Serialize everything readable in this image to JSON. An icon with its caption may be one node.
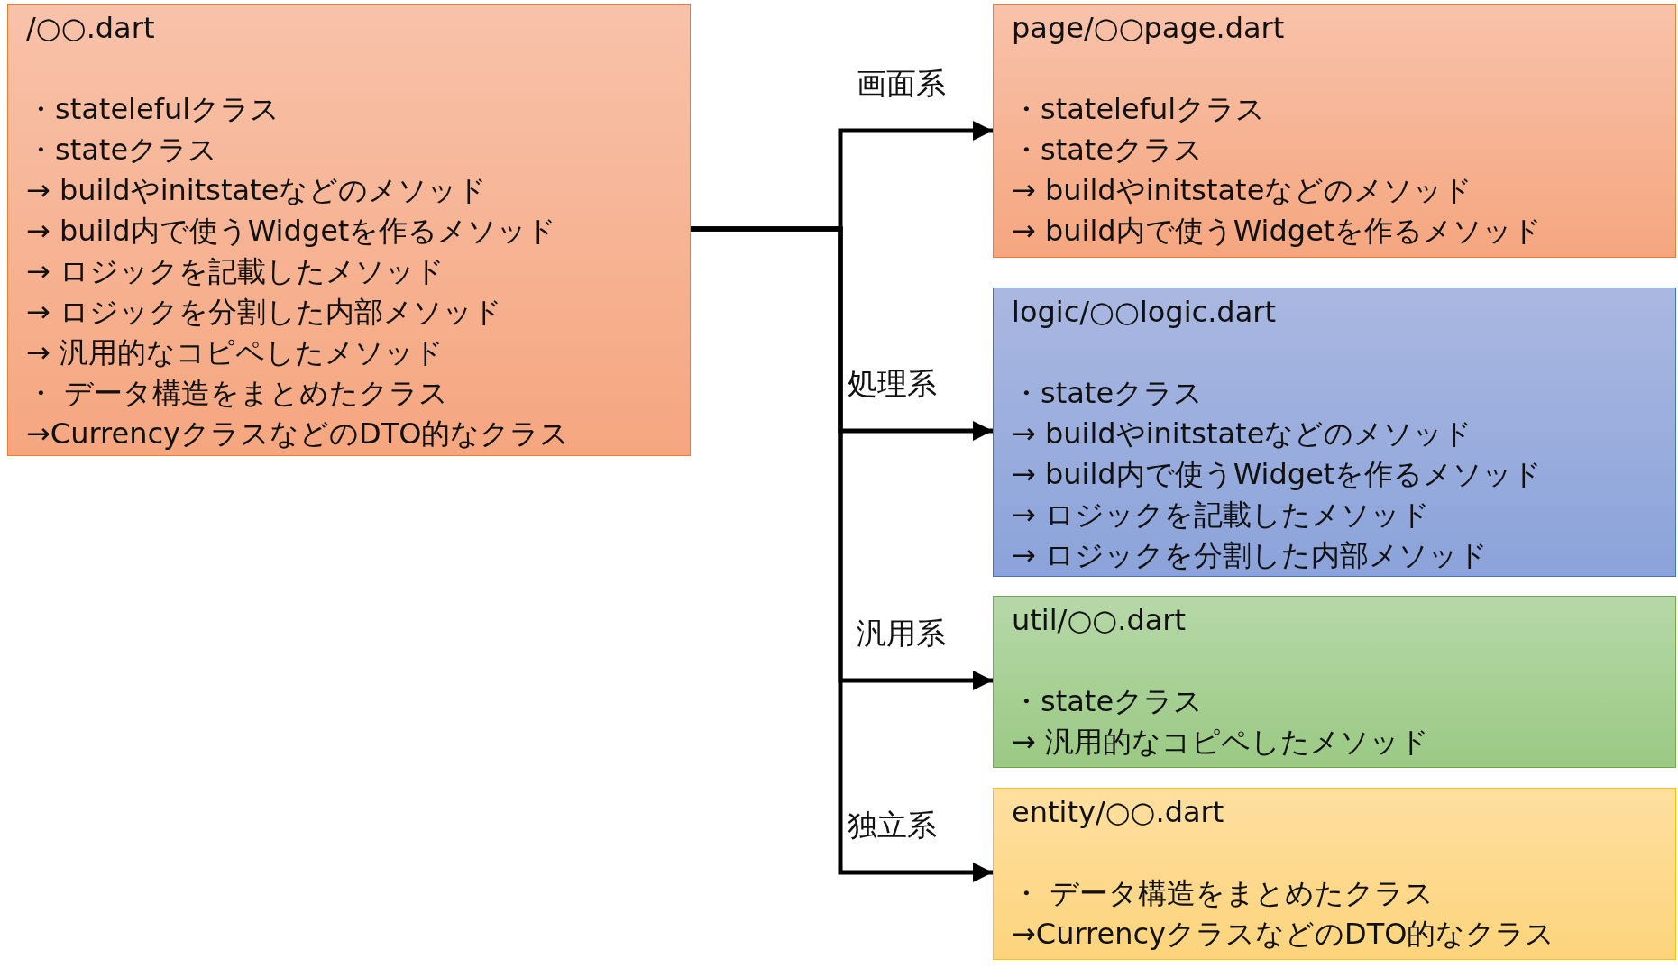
{
  "diagram": {
    "nodes": [
      {
        "text": [
          "/○○.dart",
          "・statelefulクラス",
          "・stateクラス",
          "→ buildやinitstateなどのメソッド",
          "→ build内で使うWidgetを作るメソッド",
          "→ ロジックを記載したメソッド",
          "→ ロジックを分割した内部メソッド",
          "→ 汎用的なコピペしたメソッド",
          "・ データ構造をまとめたクラス",
          "→CurrencyクラスなどのDTO的なクラス"
        ]
      },
      {
        "text": [
          "page/○○page.dart",
          "・statelefulクラス",
          "・stateクラス",
          "→ buildやinitstateなどのメソッド",
          "→ build内で使うWidgetを作るメソッド"
        ]
      },
      {
        "text": [
          "logic/○○logic.dart",
          "・stateクラス",
          "→ buildやinitstateなどのメソッド",
          "→ build内で使うWidgetを作るメソッド",
          "→ ロジックを記載したメソッド",
          "→ ロジックを分割した内部メソッド"
        ]
      },
      {
        "text": [
          "util/○○.dart",
          "・stateクラス",
          "→ 汎用的なコピペしたメソッド"
        ]
      },
      {
        "text": [
          "entity/○○.dart",
          "・ データ構造をまとめたクラス",
          "→CurrencyクラスなどのDTO的なクラス"
        ]
      }
    ],
    "edges": [
      {
        "from": 0,
        "to": 1,
        "arrow": "to",
        "label": "画面系"
      },
      {
        "from": 0,
        "to": 2,
        "arrow": "to",
        "label": "処理系"
      },
      {
        "from": 0,
        "to": 3,
        "arrow": "to",
        "label": "汎用系"
      },
      {
        "from": 0,
        "to": 4,
        "arrow": "to",
        "label": "独立系"
      }
    ]
  }
}
